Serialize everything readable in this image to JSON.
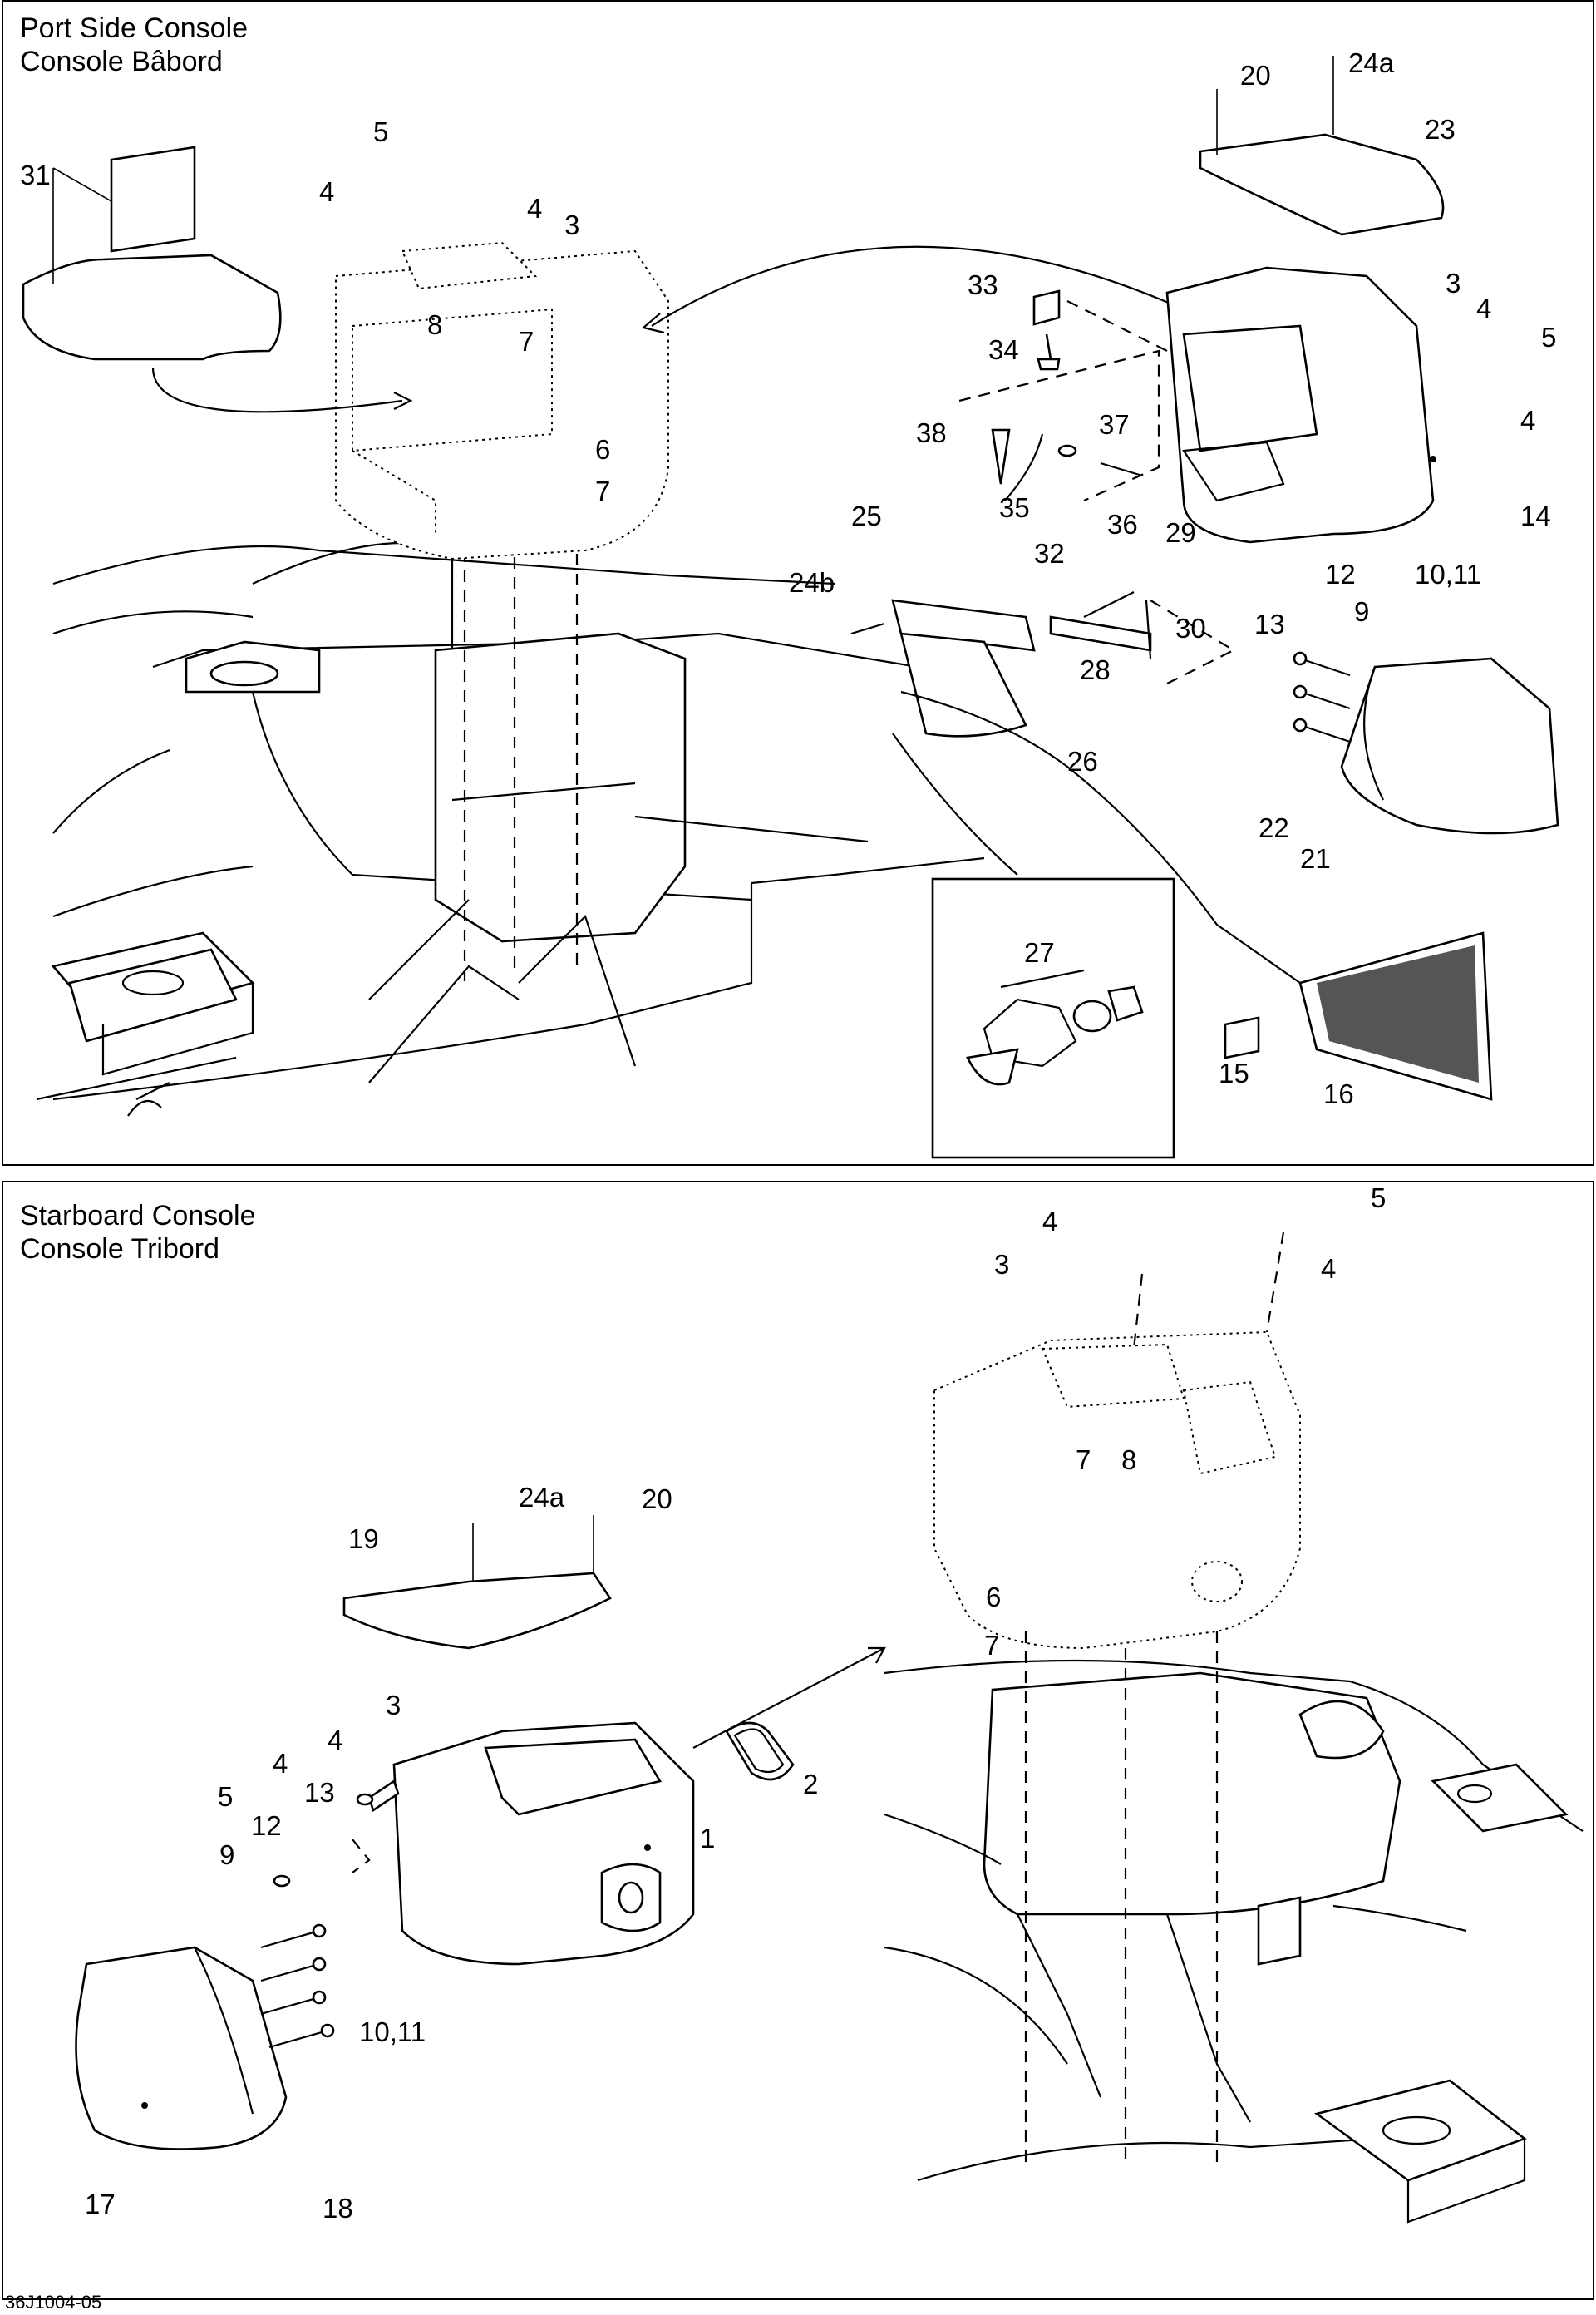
{
  "document_id": "36J1004-05",
  "panels": [
    {
      "title_en": "Port Side Console",
      "title_fr": "Console Bâbord",
      "callouts": [
        "31",
        "5",
        "4",
        "4",
        "3",
        "8",
        "7",
        "6",
        "7",
        "20",
        "24a",
        "23",
        "33",
        "3",
        "4",
        "5",
        "34",
        "4",
        "14",
        "38",
        "37",
        "35",
        "36",
        "25",
        "29",
        "32",
        "24b",
        "30",
        "28",
        "12",
        "10,11",
        "13",
        "9",
        "26",
        "22",
        "21",
        "27",
        "15",
        "16"
      ]
    },
    {
      "title_en": "Starboard Console",
      "title_fr": "Console Tribord",
      "callouts": [
        "4",
        "5",
        "3",
        "4",
        "7",
        "8",
        "6",
        "7",
        "24a",
        "20",
        "19",
        "3",
        "4",
        "4",
        "5",
        "2",
        "1",
        "13",
        "12",
        "9",
        "10,11",
        "17",
        "18"
      ]
    }
  ]
}
